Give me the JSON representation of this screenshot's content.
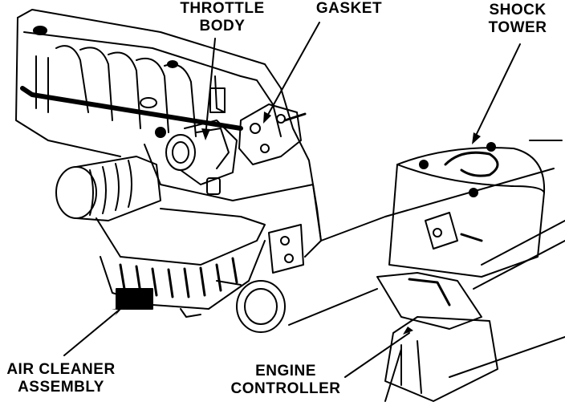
{
  "labels": {
    "throttle_body": [
      "THROTTLE",
      "BODY"
    ],
    "gasket": [
      "GASKET"
    ],
    "shock_tower": [
      "SHOCK",
      "TOWER"
    ],
    "air_cleaner_assembly": [
      "AIR CLEANER",
      "ASSEMBLY"
    ],
    "engine_controller": [
      "ENGINE",
      "CONTROLLER"
    ]
  },
  "colors": {
    "ink": "#000000",
    "paper": "#ffffff"
  }
}
